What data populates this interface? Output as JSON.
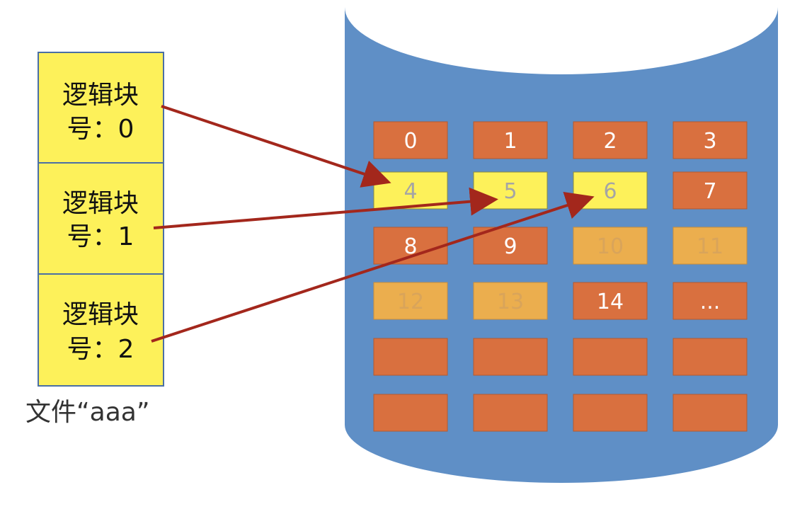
{
  "file": {
    "caption": "文件“aaa”",
    "logical_blocks": [
      {
        "label_line1": "逻辑块",
        "label_line2": "号：0",
        "maps_to": "4"
      },
      {
        "label_line1": "逻辑块",
        "label_line2": "号：1",
        "maps_to": "5"
      },
      {
        "label_line1": "逻辑块",
        "label_line2": "号：2",
        "maps_to": "6"
      }
    ]
  },
  "disk": {
    "rows": [
      [
        {
          "label": "0",
          "state": "used"
        },
        {
          "label": "1",
          "state": "used"
        },
        {
          "label": "2",
          "state": "used"
        },
        {
          "label": "3",
          "state": "used"
        }
      ],
      [
        {
          "label": "4",
          "state": "file"
        },
        {
          "label": "5",
          "state": "file"
        },
        {
          "label": "6",
          "state": "file"
        },
        {
          "label": "7",
          "state": "used"
        }
      ],
      [
        {
          "label": "8",
          "state": "used"
        },
        {
          "label": "9",
          "state": "used"
        },
        {
          "label": "10",
          "state": "free"
        },
        {
          "label": "11",
          "state": "free"
        }
      ],
      [
        {
          "label": "12",
          "state": "free"
        },
        {
          "label": "13",
          "state": "free"
        },
        {
          "label": "14",
          "state": "used"
        },
        {
          "label": "...",
          "state": "used"
        }
      ],
      [
        {
          "label": "",
          "state": "used"
        },
        {
          "label": "",
          "state": "used"
        },
        {
          "label": "",
          "state": "used"
        },
        {
          "label": "",
          "state": "used"
        }
      ],
      [
        {
          "label": "",
          "state": "used"
        },
        {
          "label": "",
          "state": "used"
        },
        {
          "label": "",
          "state": "used"
        },
        {
          "label": "",
          "state": "used"
        }
      ]
    ]
  },
  "colors": {
    "disk_body": "#5f8fc6",
    "block_used": "#d9703f",
    "block_used_text": "#ffffff",
    "block_file": "#fdf15a",
    "block_file_text": "#a5a5a5",
    "block_free": "#ebae4e",
    "block_free_text": "#d9a45a",
    "logical_block_fill": "#fdf15a",
    "logical_block_border": "#4a6fa5",
    "arrow": "#a3271c"
  }
}
